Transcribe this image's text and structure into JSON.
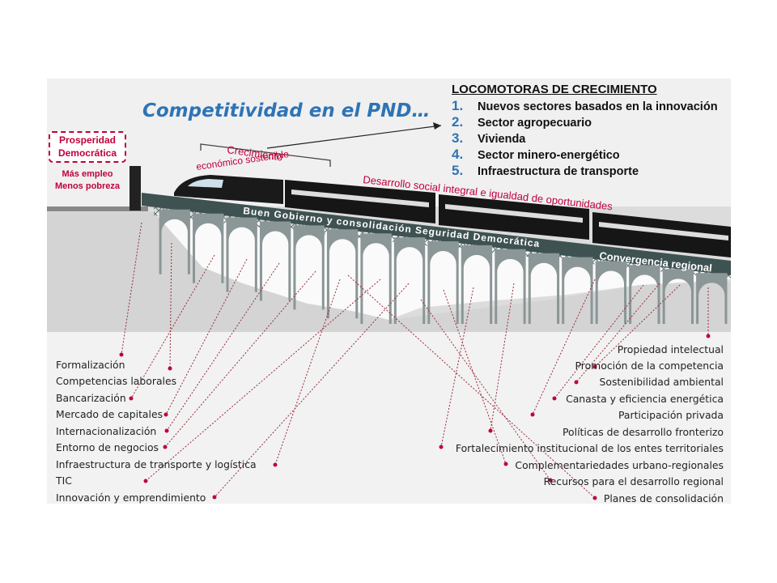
{
  "title": "Competitividad en el PND…",
  "locomotoras": {
    "heading": "LOCOMOTORAS DE CRECIMIENTO",
    "items": [
      {
        "num": "1.",
        "label": "Nuevos sectores basados en la innovación"
      },
      {
        "num": "2.",
        "label": "Sector agropecuario"
      },
      {
        "num": "3.",
        "label": "Vivienda"
      },
      {
        "num": "4.",
        "label": "Sector minero-energético"
      },
      {
        "num": "5.",
        "label": "Infraestructura de transporte"
      }
    ]
  },
  "prosperidad": {
    "line1": "Prosperidad",
    "line2": "Democrática"
  },
  "empleo": {
    "line1": "Más empleo",
    "line2": "Menos pobreza"
  },
  "train_labels": {
    "crecimiento_1": "Crecimiento",
    "crecimiento_2": "económico sostenible",
    "desarrollo": "Desarrollo social integral e igualdad de oportunidades",
    "buen_gobierno": "Buen Gobierno y consolidación Seguridad Democrática",
    "convergencia": "Convergencia regional"
  },
  "left_labels": [
    "Formalización",
    "Competencias laborales",
    "Bancarización",
    "Mercado de capitales",
    "Internacionalización",
    "Entorno de negocios",
    "Infraestructura de transporte y logística",
    "TIC",
    "Innovación y emprendimiento"
  ],
  "right_labels": [
    "Propiedad intelectual",
    "Promoción de la competencia",
    "Sostenibilidad ambiental",
    "Canasta y eficiencia energética",
    "Participación privada",
    "Políticas de desarrollo fronterizo",
    "Fortalecimiento institucional de los entes territoriales",
    "Complementariedades urbano-regionales",
    "Recursos para el desarrollo regional",
    "Planes de consolidación"
  ],
  "colors": {
    "accent_red": "#c0003c",
    "title_blue": "#2e74b5",
    "bridge": "#3f5252",
    "train": "#161616"
  }
}
